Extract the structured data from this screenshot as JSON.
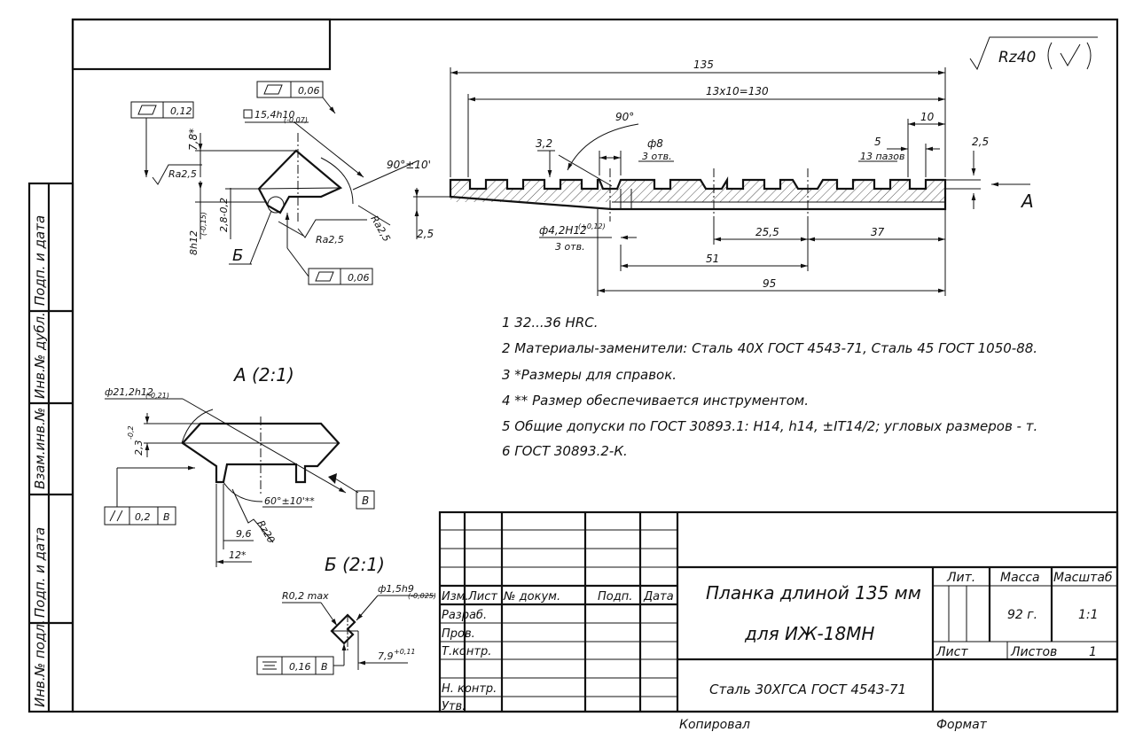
{
  "roughness": {
    "symbol": "Rz40"
  },
  "side_labels": [
    "Подп. и дата",
    "Инв.№ дубл.",
    "Взам.инв.№",
    "Подп. и дата",
    "Инв.№ подл."
  ],
  "main_view": {
    "dims": {
      "total_length": "135",
      "pitch": "13x10=130",
      "slot_pitch": "10",
      "slot_width": "5",
      "slot_count": "13 пазов",
      "depth_left": "3,2",
      "height_right": "2,5",
      "thickness_left": "2,5",
      "csk_angle": "90°",
      "hole_d": "ф8",
      "hole_d_note": "3 отв.",
      "hole_small": "ф4,2H12",
      "hole_small_tol": "(+0,12)",
      "hole_small_note": "3 отв.",
      "d_25_5": "25,5",
      "d_37": "37",
      "d_51": "51",
      "d_95": "95"
    },
    "view_label": "А"
  },
  "section_view": {
    "flatness_left": "0,12",
    "flatness_top": "0,06",
    "flatness_bottom": "0,06",
    "width_dim": "15,4h10",
    "width_tol": "(-0,07)",
    "angle_dim": "90°±10'",
    "ra_left": "Ra2,5",
    "ra_bottom": "Ra2,5",
    "ra_right": "Ra2,5",
    "height_dim": "8h12",
    "height_tol": "(-0,15)",
    "depth_dim": "2,8-0,2",
    "top_dim": "7,8*",
    "callout": "Б"
  },
  "detail_a": {
    "title": "А (2:1)",
    "diameter": "ф21,2h12",
    "diameter_tol": "(-0,21)",
    "height": "2,3",
    "height_tol": "-0,2",
    "parallel_tol": "0,2",
    "datum": "В",
    "angle": "60°±10'**",
    "rz": "Rz20",
    "width_96": "9,6",
    "width_12": "12*"
  },
  "detail_b": {
    "title": "Б (2:1)",
    "radius": "R0,2 max",
    "diameter": "ф1,5h9",
    "diameter_tol": "(-0,025)",
    "sym_tol": "0,16",
    "datum": "В",
    "dim": "7,9",
    "dim_tol": "+0,11"
  },
  "notes": [
    "1 32...36 HRC.",
    "2 Материалы-заменители: Сталь 40Х ГОСТ 4543-71, Сталь 45 ГОСТ 1050-88.",
    "3 *Размеры для справок.",
    "4 ** Размер обеспечивается инструментом.",
    "5 Общие допуски по ГОСТ 30893.1: H14, h14, ±IT14/2; угловых размеров - т.",
    "6 ГОСТ 30893.2-К."
  ],
  "title_block": {
    "headers": {
      "izm": "Изм.",
      "list": "Лист",
      "doc": "№ докум.",
      "podp": "Подп.",
      "date": "Дата"
    },
    "rows": [
      "Разраб.",
      "Пров.",
      "Т.контр.",
      "",
      "Н. контр.",
      "Утв."
    ],
    "title_line1": "Планка длиной 135 мм",
    "title_line2": "для ИЖ-18МН",
    "material": "Сталь 30ХГСА ГОСТ 4543-71",
    "lit_label": "Лит.",
    "mass_label": "Масса",
    "scale_label": "Масштаб",
    "mass": "92 г.",
    "scale": "1:1",
    "sheet_label": "Лист",
    "sheets_label": "Листов",
    "sheets": "1",
    "copied": "Копировал",
    "format": "Формат"
  }
}
